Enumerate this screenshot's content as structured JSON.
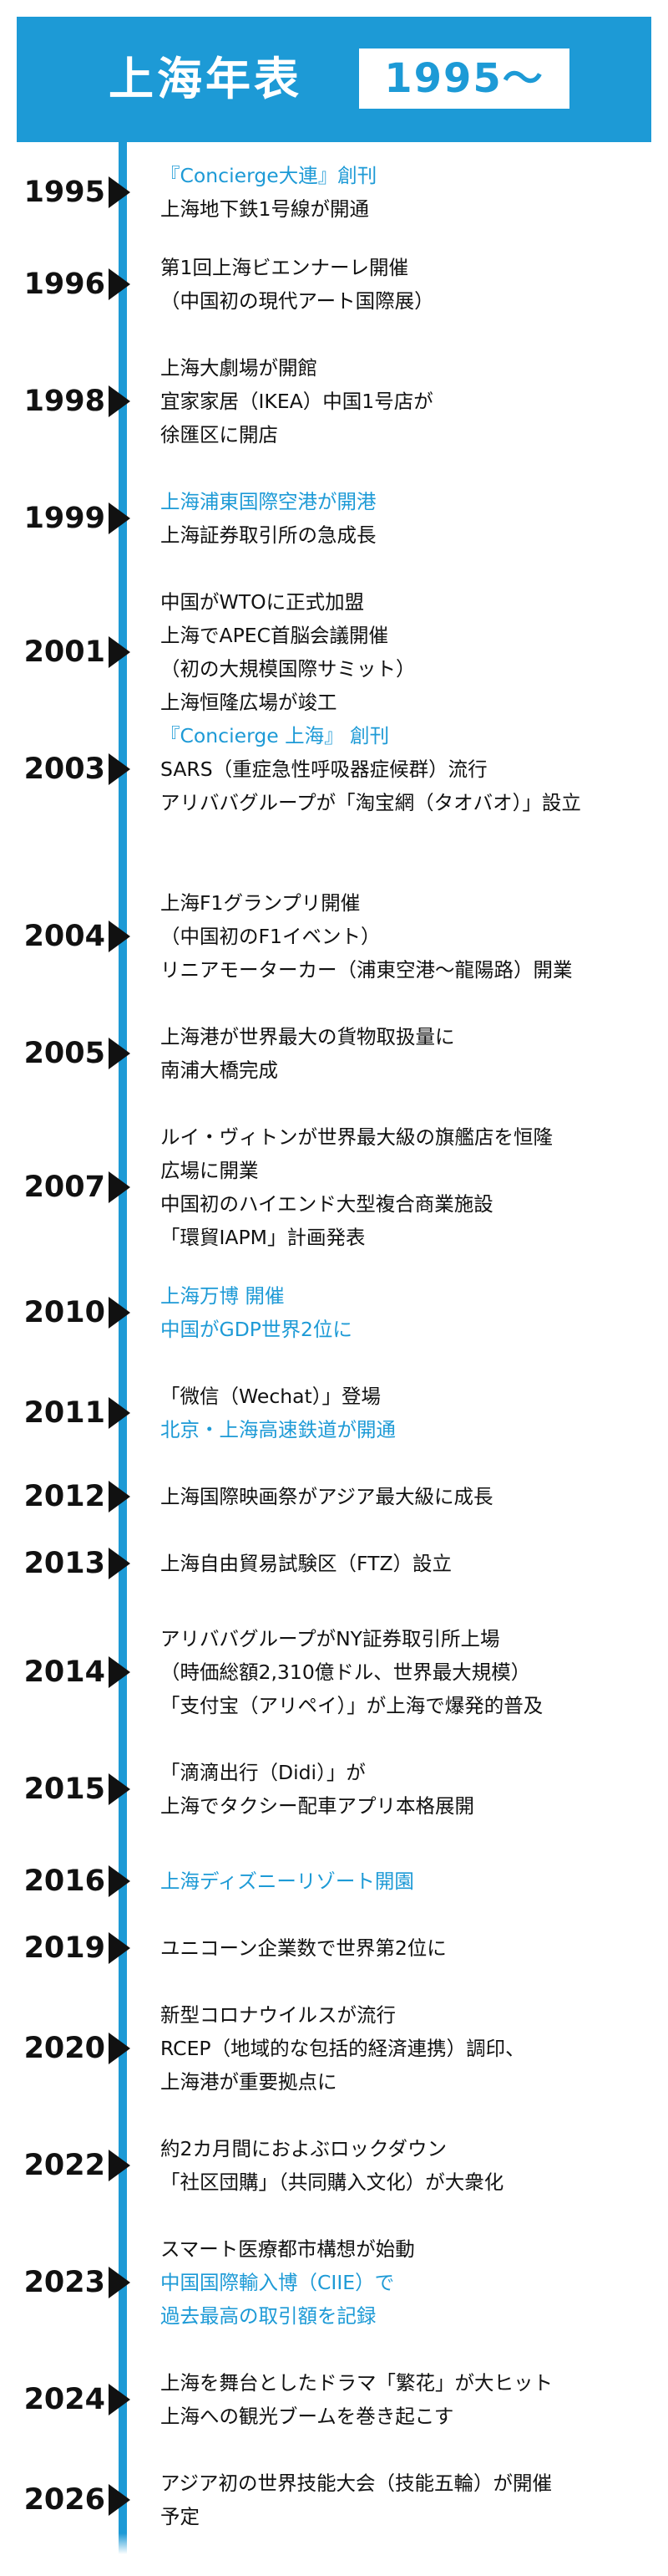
{
  "header": {
    "title": "上海年表",
    "range": "1995〜"
  },
  "colors": {
    "accent": "#1d9ad6",
    "text": "#111111",
    "background": "#ffffff"
  },
  "entries": [
    {
      "year": "1995",
      "events": [
        {
          "text": "『Concierge大連』創刊",
          "hl": true
        },
        {
          "text": "上海地下鉄1号線が開通",
          "hl": false
        }
      ]
    },
    {
      "year": "1996",
      "events": [
        {
          "text": "第1回上海ビエンナーレ開催",
          "hl": false
        },
        {
          "text": "（中国初の現代アート国際展）",
          "hl": false
        }
      ]
    },
    {
      "year": "1998",
      "events": [
        {
          "text": "上海大劇場が開館",
          "hl": false
        },
        {
          "text": "宜家家居（IKEA）中国1号店が",
          "hl": false
        },
        {
          "text": "徐匯区に開店",
          "hl": false
        }
      ]
    },
    {
      "year": "1999",
      "events": [
        {
          "text": "上海浦東国際空港が開港",
          "hl": true
        },
        {
          "text": "上海証券取引所の急成長",
          "hl": false
        }
      ]
    },
    {
      "year": "2001",
      "events": [
        {
          "text": "中国がWTOに正式加盟",
          "hl": false
        },
        {
          "text": "上海でAPEC首脳会議開催",
          "hl": false
        },
        {
          "text": "（初の大規模国際サミット）",
          "hl": false
        },
        {
          "text": "上海恒隆広場が竣工",
          "hl": false
        }
      ]
    },
    {
      "year": "2003",
      "events": [
        {
          "text": "『Concierge 上海』 創刊",
          "hl": true
        },
        {
          "text": "SARS（重症急性呼吸器症候群）流行",
          "hl": false
        },
        {
          "text": "アリババグループが「淘宝網（タオバオ）」設立",
          "hl": false
        }
      ]
    },
    {
      "year": "2004",
      "events": [
        {
          "text": "上海F1グランプリ開催",
          "hl": false
        },
        {
          "text": "（中国初のF1イベント）",
          "hl": false
        },
        {
          "text": "リニアモーターカー（浦東空港〜龍陽路）開業",
          "hl": false
        }
      ]
    },
    {
      "year": "2005",
      "events": [
        {
          "text": "上海港が世界最大の貨物取扱量に",
          "hl": false
        },
        {
          "text": "南浦大橋完成",
          "hl": false
        }
      ]
    },
    {
      "year": "2007",
      "events": [
        {
          "text": "ルイ・ヴィトンが世界最大級の旗艦店を恒隆",
          "hl": false
        },
        {
          "text": "広場に開業",
          "hl": false
        },
        {
          "text": "中国初のハイエンド大型複合商業施設",
          "hl": false
        },
        {
          "text": "「環貿IAPM」計画発表",
          "hl": false
        }
      ]
    },
    {
      "year": "2010",
      "events": [
        {
          "text": "上海万博 開催",
          "hl": true
        },
        {
          "text": "中国がGDP世界2位に",
          "hl": true
        }
      ]
    },
    {
      "year": "2011",
      "events": [
        {
          "text": "「微信（Wechat）」登場",
          "hl": false
        },
        {
          "text": "北京・上海高速鉄道が開通",
          "hl": true
        }
      ]
    },
    {
      "year": "2012",
      "events": [
        {
          "text": "上海国際映画祭がアジア最大級に成長",
          "hl": false
        }
      ]
    },
    {
      "year": "2013",
      "events": [
        {
          "text": "上海自由貿易試験区（FTZ）設立",
          "hl": false
        }
      ]
    },
    {
      "year": "2014",
      "events": [
        {
          "text": "アリババグループがNY証券取引所上場",
          "hl": false
        },
        {
          "text": "（時価総額2,310億ドル、世界最大規模）",
          "hl": false
        },
        {
          "text": "「支付宝（アリペイ）」が上海で爆発的普及",
          "hl": false
        }
      ]
    },
    {
      "year": "2015",
      "events": [
        {
          "text": "「滴滴出行（Didi）」が",
          "hl": false
        },
        {
          "text": "上海でタクシー配車アプリ本格展開",
          "hl": false
        }
      ]
    },
    {
      "year": "2016",
      "events": [
        {
          "text": "上海ディズニーリゾート開園",
          "hl": true
        }
      ]
    },
    {
      "year": "2019",
      "events": [
        {
          "text": "ユニコーン企業数で世界第2位に",
          "hl": false
        }
      ]
    },
    {
      "year": "2020",
      "events": [
        {
          "text": "新型コロナウイルスが流行",
          "hl": false
        },
        {
          "text": "RCEP（地域的な包括的経済連携）調印、",
          "hl": false
        },
        {
          "text": "上海港が重要拠点に",
          "hl": false
        }
      ]
    },
    {
      "year": "2022",
      "events": [
        {
          "text": "約2カ月間におよぶロックダウン",
          "hl": false
        },
        {
          "text": "「社区団購」（共同購入文化）が大衆化",
          "hl": false
        }
      ]
    },
    {
      "year": "2023",
      "events": [
        {
          "text": "スマート医療都市構想が始動",
          "hl": false
        },
        {
          "text": "中国国際輸入博（CIIE）で",
          "hl": true
        },
        {
          "text": "過去最高の取引額を記録",
          "hl": true
        }
      ]
    },
    {
      "year": "2024",
      "events": [
        {
          "text": "上海を舞台としたドラマ「繁花」が大ヒット",
          "hl": false
        },
        {
          "text": "上海への観光ブームを巻き起こす",
          "hl": false
        }
      ]
    },
    {
      "year": "2026",
      "events": [
        {
          "text": "アジア初の世界技能大会（技能五輪）が開催",
          "hl": false
        },
        {
          "text": "予定",
          "hl": false
        }
      ]
    }
  ]
}
